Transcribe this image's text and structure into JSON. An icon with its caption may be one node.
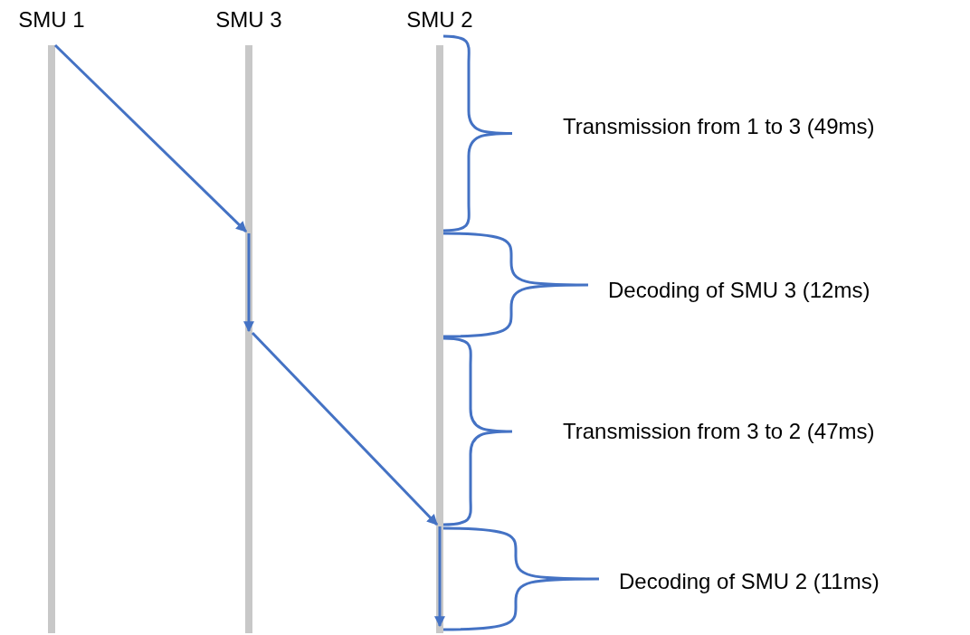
{
  "diagram": {
    "nodes": [
      {
        "text": [
          "SMU 1"
        ]
      },
      {
        "text": [
          "SMU 3"
        ]
      },
      {
        "text": [
          "SMU 2"
        ]
      }
    ],
    "edges": [
      {
        "from": 0,
        "to": 1,
        "arrow": "to"
      },
      {
        "from": 1,
        "to": 2,
        "arrow": "to"
      }
    ],
    "labels": [
      "Transmission from 1 to 3 (49ms)",
      "Decoding of SMU 3 (12ms)",
      "Transmission from 3 to 2 (47ms)",
      "Decoding of SMU 2 (11ms)"
    ]
  }
}
